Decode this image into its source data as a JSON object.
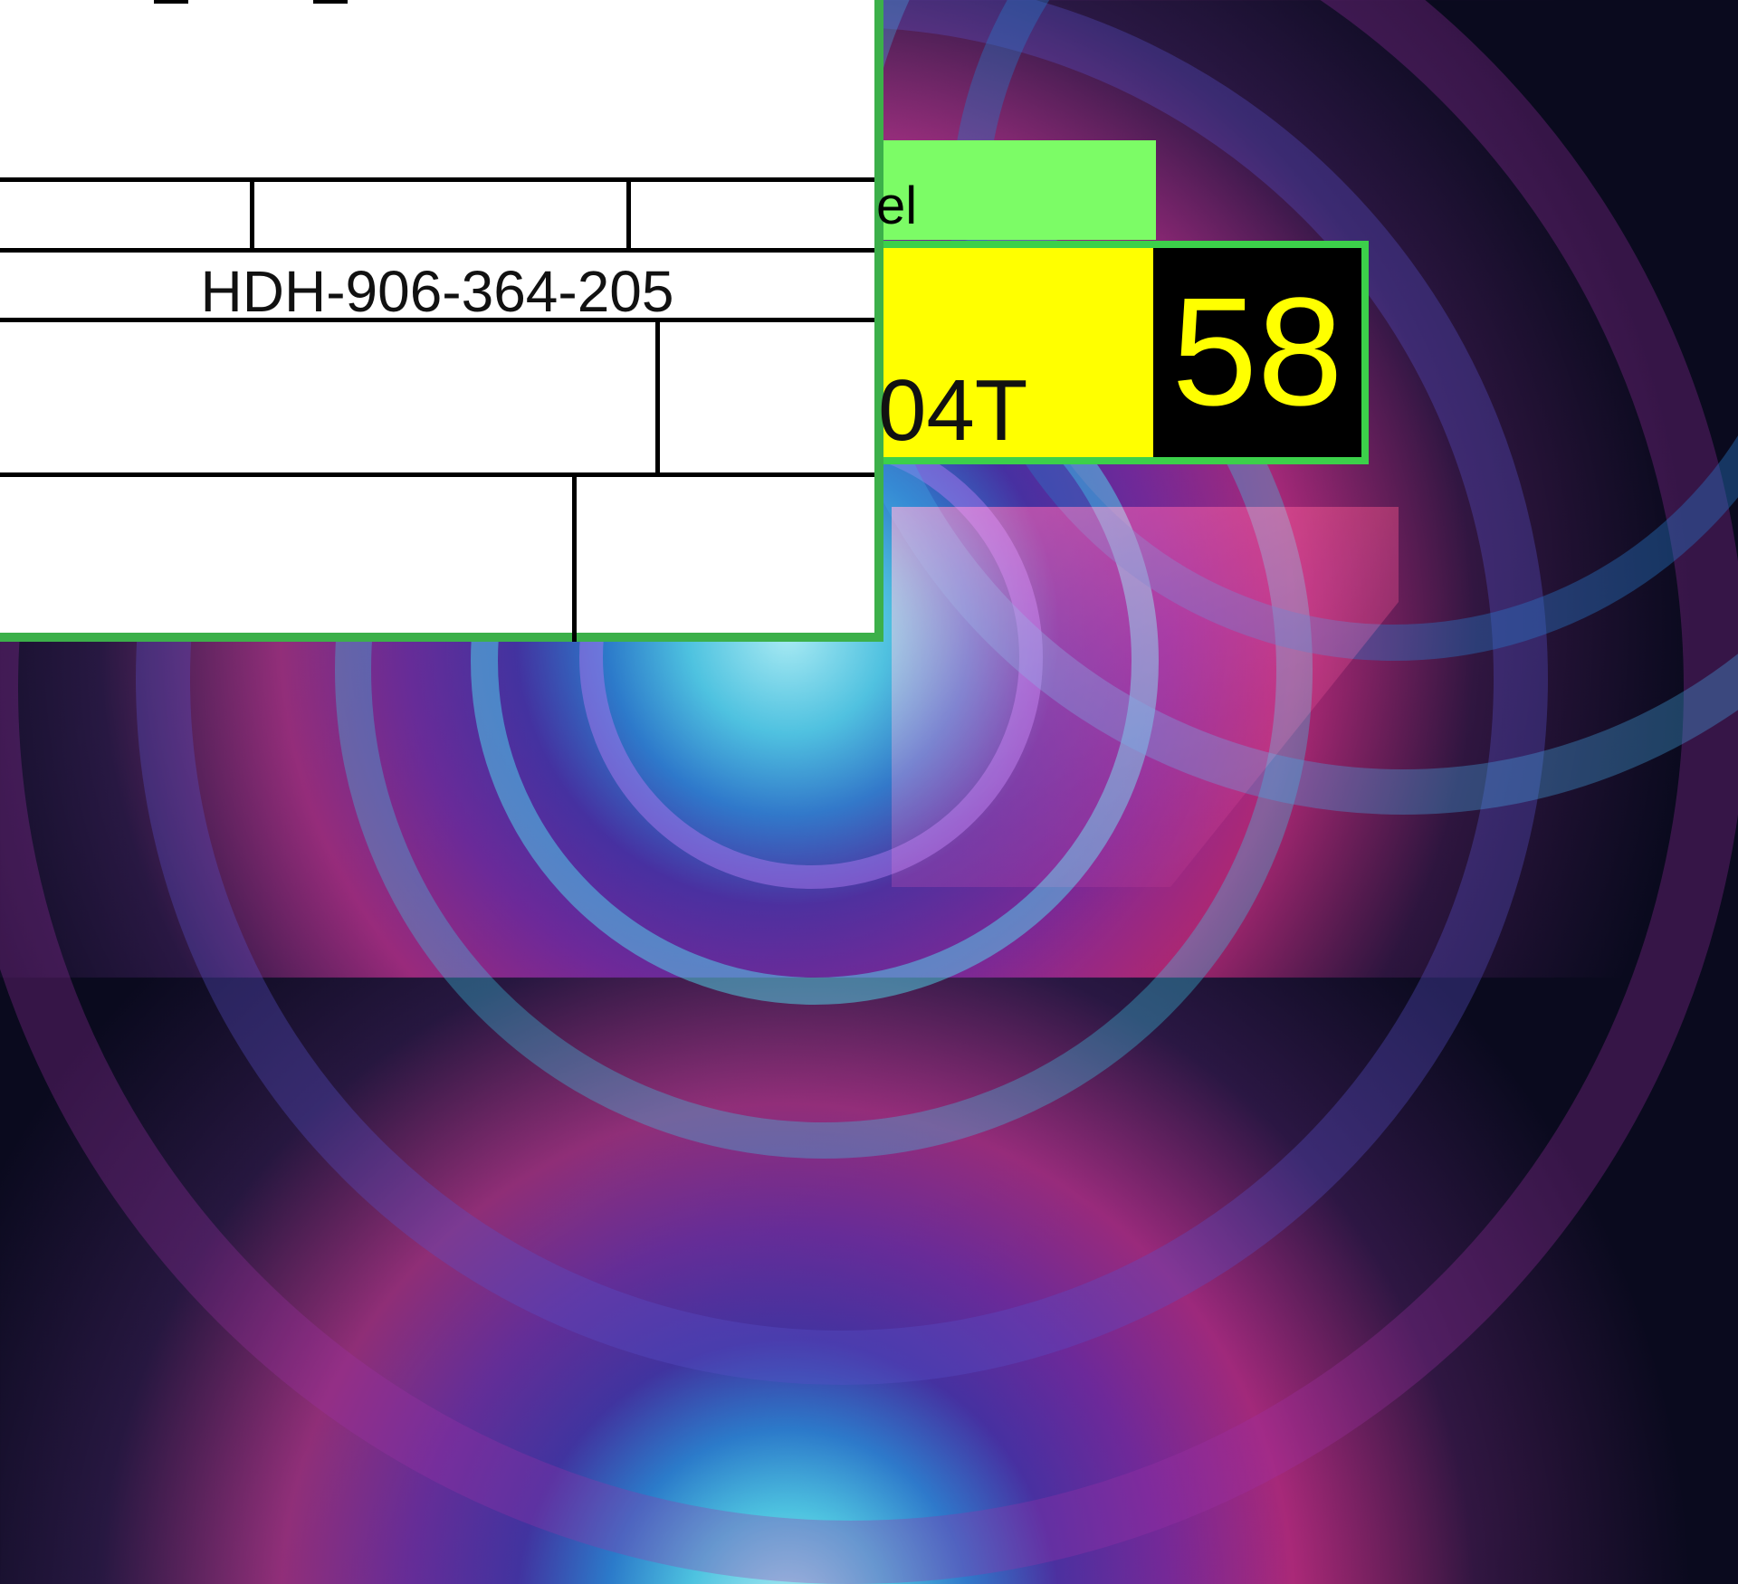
{
  "form": {
    "code": "HDH-906-364-205"
  },
  "level_tab": {
    "label": "el"
  },
  "score_widget": {
    "id_text": "04T",
    "value": "58"
  },
  "colors": {
    "panel_border": "#3cb04a",
    "tab_fill": "#7cfc66",
    "widget_yellow": "#ffff00",
    "widget_black": "#000000",
    "widget_border": "#3cd04a"
  }
}
